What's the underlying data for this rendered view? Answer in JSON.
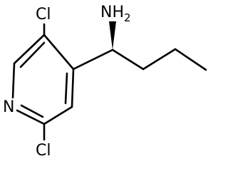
{
  "molecule": {
    "atoms": {
      "amine": {
        "main": "NH",
        "subscript": "2"
      },
      "ring_nitrogen": "N",
      "chlorine_top": "Cl",
      "chlorine_bottom": "Cl"
    },
    "colors": {
      "ink": "#000000",
      "background": "#ffffff"
    }
  }
}
